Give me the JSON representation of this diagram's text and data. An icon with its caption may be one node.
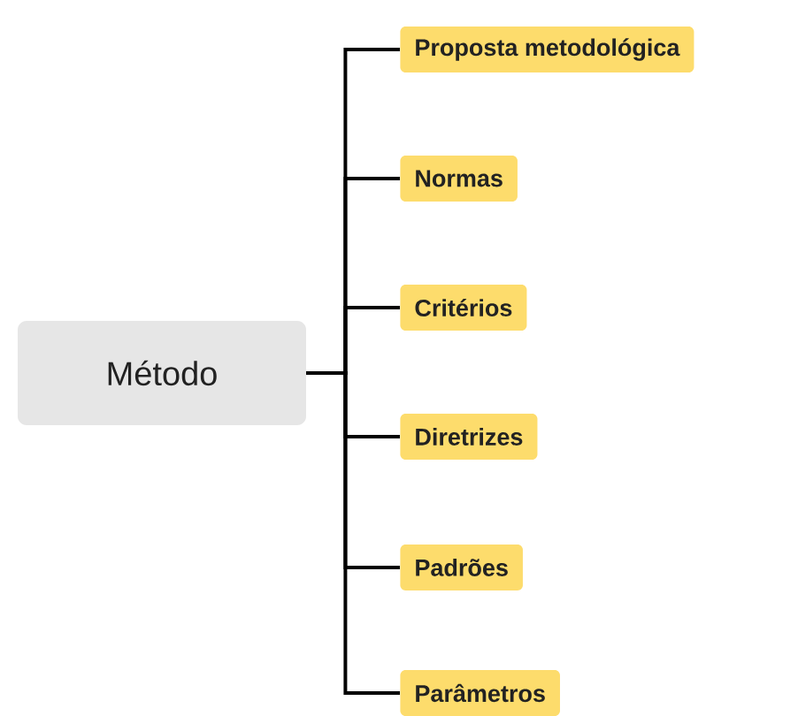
{
  "diagram": {
    "nodes": [
      {
        "text": [
          "Método"
        ]
      },
      {
        "text": [
          "Proposta metodológica"
        ]
      },
      {
        "text": [
          "Normas"
        ]
      },
      {
        "text": [
          "Critérios"
        ]
      },
      {
        "text": [
          "Diretrizes"
        ]
      },
      {
        "text": [
          "Padrões"
        ]
      },
      {
        "text": [
          "Parâmetros"
        ]
      }
    ],
    "edges": [
      {
        "from": 0,
        "to": 1,
        "arrow": "none"
      },
      {
        "from": 0,
        "to": 2,
        "arrow": "none"
      },
      {
        "from": 0,
        "to": 3,
        "arrow": "none"
      },
      {
        "from": 0,
        "to": 4,
        "arrow": "none"
      },
      {
        "from": 0,
        "to": 5,
        "arrow": "none"
      },
      {
        "from": 0,
        "to": 6,
        "arrow": "none"
      }
    ]
  }
}
